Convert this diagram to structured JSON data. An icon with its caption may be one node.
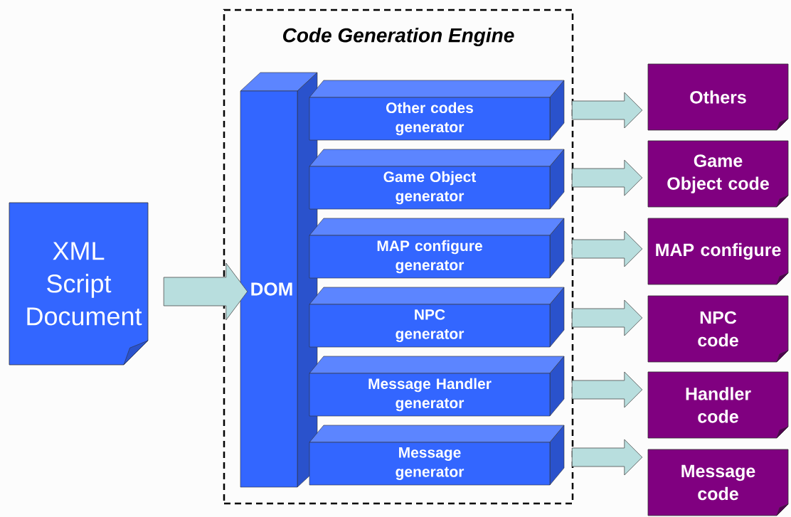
{
  "diagram": {
    "nodes": [
      {
        "text": [
          "Code Generation Engine"
        ]
      },
      {
        "text": [
          "XML Script Document"
        ]
      },
      {
        "text": [
          "DOM"
        ],
        "in": 0
      },
      {
        "text": [
          "Other codes generator"
        ],
        "in": 0
      },
      {
        "text": [
          "Game Object generator"
        ],
        "in": 0
      },
      {
        "text": [
          "MAP configure generator"
        ],
        "in": 0
      },
      {
        "text": [
          "NPC generator"
        ],
        "in": 0
      },
      {
        "text": [
          "Message Handler generator"
        ],
        "in": 0
      },
      {
        "text": [
          "Message generator"
        ],
        "in": 0
      },
      {
        "text": [
          "Others"
        ]
      },
      {
        "text": [
          "Game Object code"
        ]
      },
      {
        "text": [
          "MAP configure"
        ]
      },
      {
        "text": [
          "NPC code"
        ]
      },
      {
        "text": [
          "Handler code"
        ]
      },
      {
        "text": [
          "Message code"
        ]
      }
    ],
    "edges": [
      {
        "from": 1,
        "to": 2,
        "arrow": "to"
      },
      {
        "from": 3,
        "to": 9,
        "arrow": "to"
      },
      {
        "from": 4,
        "to": 10,
        "arrow": "to"
      },
      {
        "from": 5,
        "to": 11,
        "arrow": "to"
      },
      {
        "from": 6,
        "to": 12,
        "arrow": "to"
      },
      {
        "from": 7,
        "to": 13,
        "arrow": "to"
      },
      {
        "from": 8,
        "to": 14,
        "arrow": "to"
      }
    ]
  }
}
